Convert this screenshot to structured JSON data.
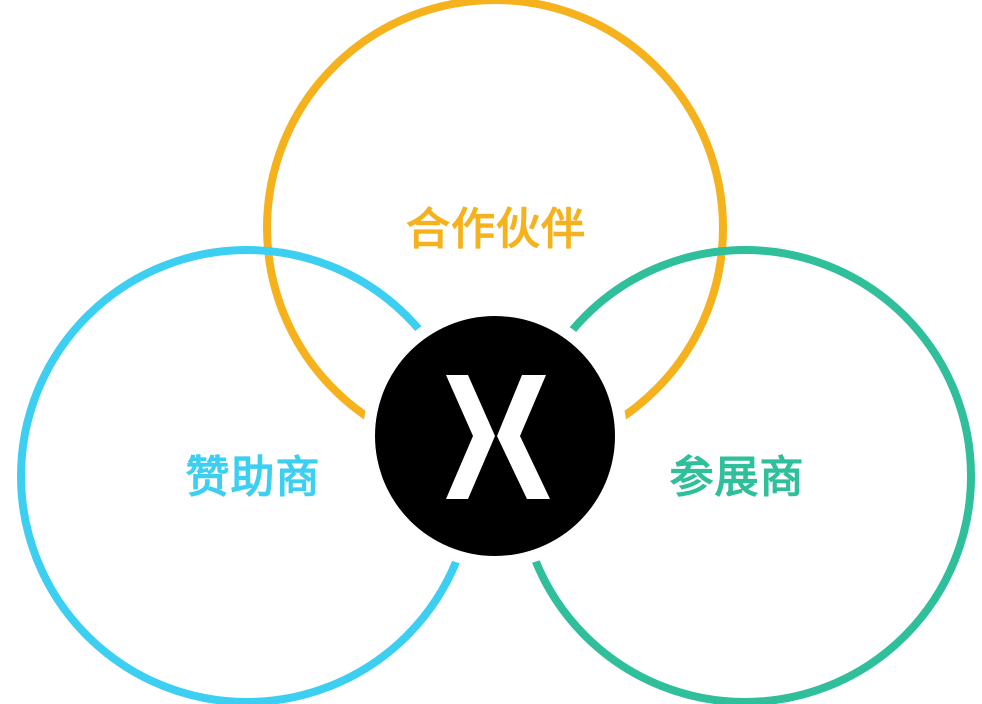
{
  "circles": {
    "partners": {
      "label": "合作伙伴",
      "color": "#F5B21C"
    },
    "sponsors": {
      "label": "赞助商",
      "color": "#3CCFF1"
    },
    "exhibitors": {
      "label": "参展商",
      "color": "#2FBF9B"
    }
  },
  "center_logo": {
    "icon": "x-logo-icon",
    "background_color": "#000000",
    "mark_color": "#FFFFFF"
  }
}
